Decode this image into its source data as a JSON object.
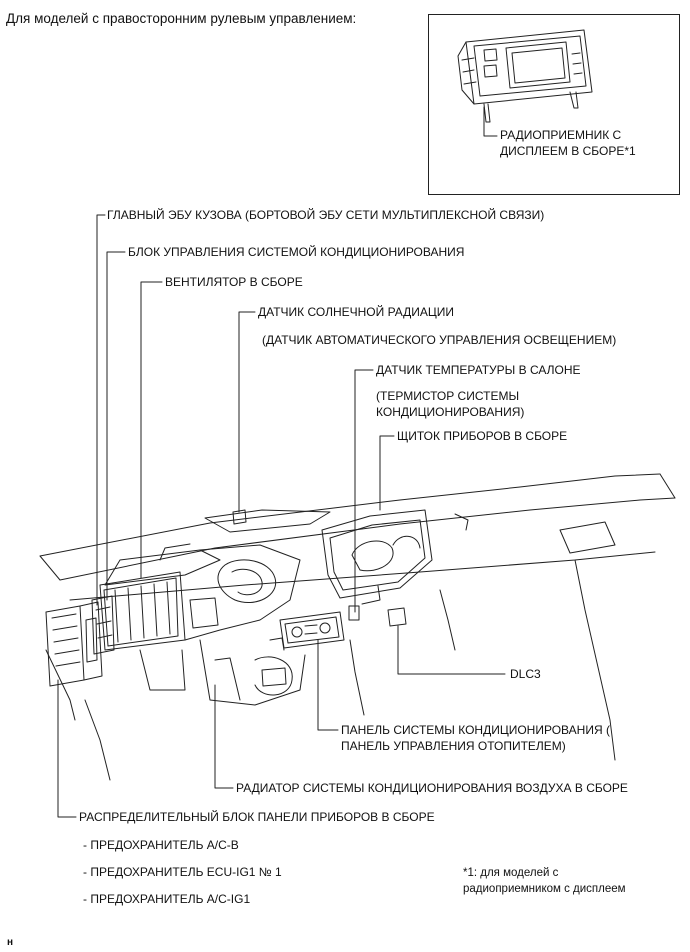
{
  "header": "Для моделей с правосторонним рулевым управлением:",
  "inset": {
    "label_line1": "РАДИОПРИЕМНИК С",
    "label_line2": "ДИСПЛЕЕМ В СБОРЕ*1"
  },
  "callouts": {
    "main_body_ecu": "ГЛАВНЫЙ ЭБУ КУЗОВА (БОРТОВОЙ ЭБУ СЕТИ МУЛЬТИПЛЕКСНОЙ СВЯЗИ)",
    "ac_control_unit": "БЛОК УПРАВЛЕНИЯ СИСТЕМОЙ КОНДИЦИОНИРОВАНИЯ",
    "blower_assembly": "ВЕНТИЛЯТОР В СБОРЕ",
    "solar_sensor": "ДАТЧИК СОЛНЕЧНОЙ РАДИАЦИИ",
    "solar_sensor_note": "(ДАТЧИК АВТОМАТИЧЕСКОГО УПРАВЛЕНИЯ ОСВЕЩЕНИЕМ)",
    "room_temp_sensor": "ДАТЧИК ТЕМПЕРАТУРЫ В САЛОНЕ",
    "room_temp_note_line1": "(ТЕРМИСТОР СИСТЕМЫ",
    "room_temp_note_line2": "КОНДИЦИОНИРОВАНИЯ)",
    "combination_meter": "ЩИТОК ПРИБОРОВ В СБОРЕ",
    "dlc3": "DLC3",
    "ac_panel_line1": "ПАНЕЛЬ СИСТЕМЫ КОНДИЦИОНИРОВАНИЯ (",
    "ac_panel_line2": "ПАНЕЛЬ УПРАВЛЕНИЯ ОТОПИТЕЛЕМ)",
    "ac_radiator": "РАДИАТОР СИСТЕМЫ КОНДИЦИОНИРОВАНИЯ ВОЗДУХА В СБОРЕ",
    "junction_block": "РАСПРЕДЕЛИТЕЛЬНЫЙ БЛОК ПАНЕЛИ ПРИБОРОВ В СБОРЕ"
  },
  "fuses": [
    "- ПРЕДОХРАНИТЕЛЬ A/C-B",
    "- ПРЕДОХРАНИТЕЛЬ ECU-IG1 № 1",
    "- ПРЕДОХРАНИТЕЛЬ A/C-IG1"
  ],
  "footnote": {
    "line1": "*1: для моделей с",
    "line2": "радиоприемником с дисплеем"
  },
  "figure_code": "н"
}
